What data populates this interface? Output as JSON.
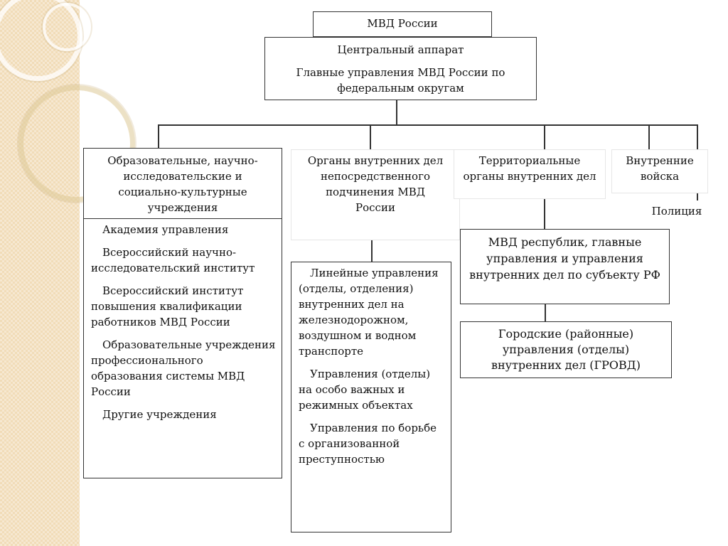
{
  "diagram": {
    "top": "МВД России",
    "central": {
      "line1": "Центральный аппарат",
      "line2": "Главные управления МВД России по федеральным округам"
    },
    "branches": {
      "education": "Образовательные, научно-исследовательские и социально-культурные учреждения",
      "direct": "Органы внутренних дел непосредственного подчинения МВД России",
      "territorial": "Территориальные органы внутренних дел",
      "troops": "Внутренние войска",
      "police": "Полиция"
    },
    "education_list": [
      "Академия управления",
      "Всероссийский научно-исследовательский институт",
      "Всероссийский институт повышения квалификации работников МВД России",
      "Образовательные учреждения профессионального образования системы МВД России",
      "Другие учреждения"
    ],
    "direct_list": [
      "Линейные управления (отделы, отделения) внутренних дел на железнодорожном, воздушном и водном транспорте",
      "Управления (отделы) на особо важных и режимных объектах",
      "Управления по борьбе с организованной преступностью"
    ],
    "subject": "МВД республик, главные управления и управления внутренних дел по субъекту РФ",
    "city": "Городские (районные) управления (отделы) внутренних дел (ГРОВД)"
  }
}
